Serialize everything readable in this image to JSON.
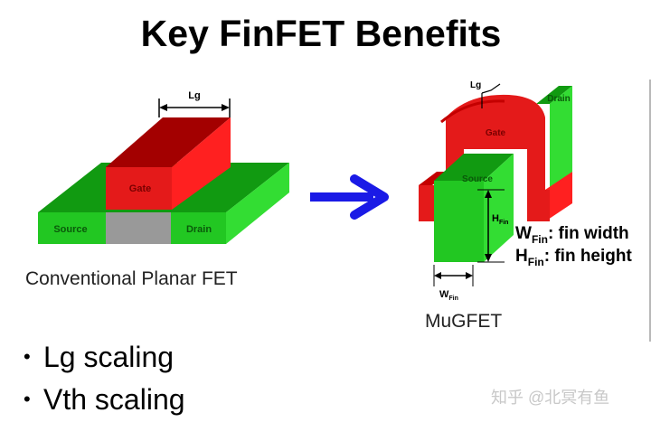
{
  "title": "Key FinFET Benefits",
  "planar": {
    "caption": "Conventional Planar FET",
    "labels": {
      "lg": "Lg",
      "gate": "Gate",
      "source": "Source",
      "drain": "Drain"
    }
  },
  "arrow": {
    "color": "#1a1ae6"
  },
  "mugfet": {
    "caption": "MuGFET",
    "labels": {
      "lg": "Lg",
      "gate": "Gate",
      "source": "Source",
      "drain": "Drain",
      "hfin": "H",
      "hfin_sub": "Fin",
      "wfin": "W",
      "wfin_sub": "Fin"
    },
    "legend": [
      {
        "sym": "W",
        "sub": "Fin",
        "text": ": fin width"
      },
      {
        "sym": "H",
        "sub": "Fin",
        "text": ": fin height"
      }
    ]
  },
  "bullets": [
    "Lg scaling",
    "Vth scaling"
  ],
  "watermark": "知乎 @北冥有鱼",
  "colors": {
    "gate": "#e41a1a",
    "gate_dark": "#a30000",
    "green": "#22c722",
    "green_dark": "#0f8f0f",
    "channel": "#999999"
  }
}
